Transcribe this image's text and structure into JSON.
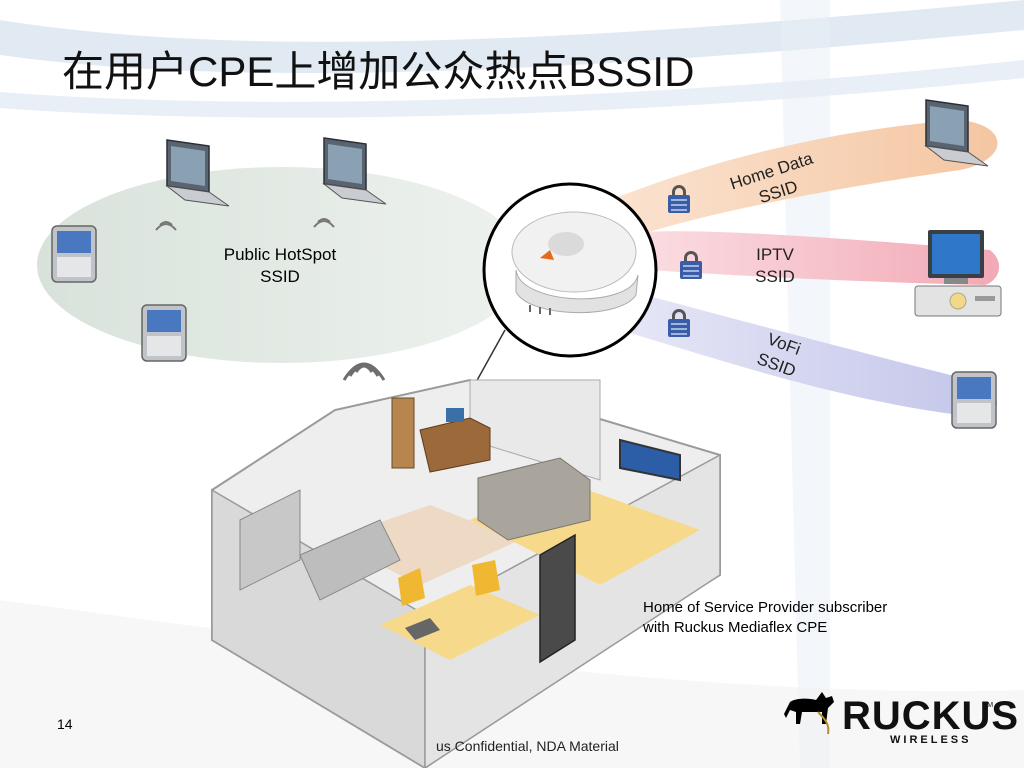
{
  "slide": {
    "title_cjk_1": "在用户",
    "title_latin_1": "CPE",
    "title_cjk_2": "上增加公众热点",
    "title_latin_2": "BSSID",
    "page_number": "14",
    "footer": "us Confidential, NDA Material"
  },
  "ssids": {
    "public": {
      "line1": "Public HotSpot",
      "line2": "SSID"
    },
    "home_data": {
      "line1": "Home Data",
      "line2": "SSID"
    },
    "iptv": {
      "line1": "IPTV",
      "line2": "SSID"
    },
    "vofi": {
      "line1": "VoFi",
      "line2": "SSID"
    }
  },
  "caption": {
    "line1": "Home of Service Provider subscriber",
    "line2": "with Ruckus Mediaflex CPE"
  },
  "brand": {
    "name": "RUCKUS",
    "sub": "WIRELESS",
    "tm": "TM"
  },
  "colors": {
    "public_ellipse": "#dfe6de",
    "home_beam": "#f7d2b4",
    "iptv_beam": "#f6b9c4",
    "vofi_beam": "#cfd1ee",
    "swoosh": "#c9d9ea",
    "lock": "#3a5da8",
    "cpe_accent": "#e36a1d"
  }
}
